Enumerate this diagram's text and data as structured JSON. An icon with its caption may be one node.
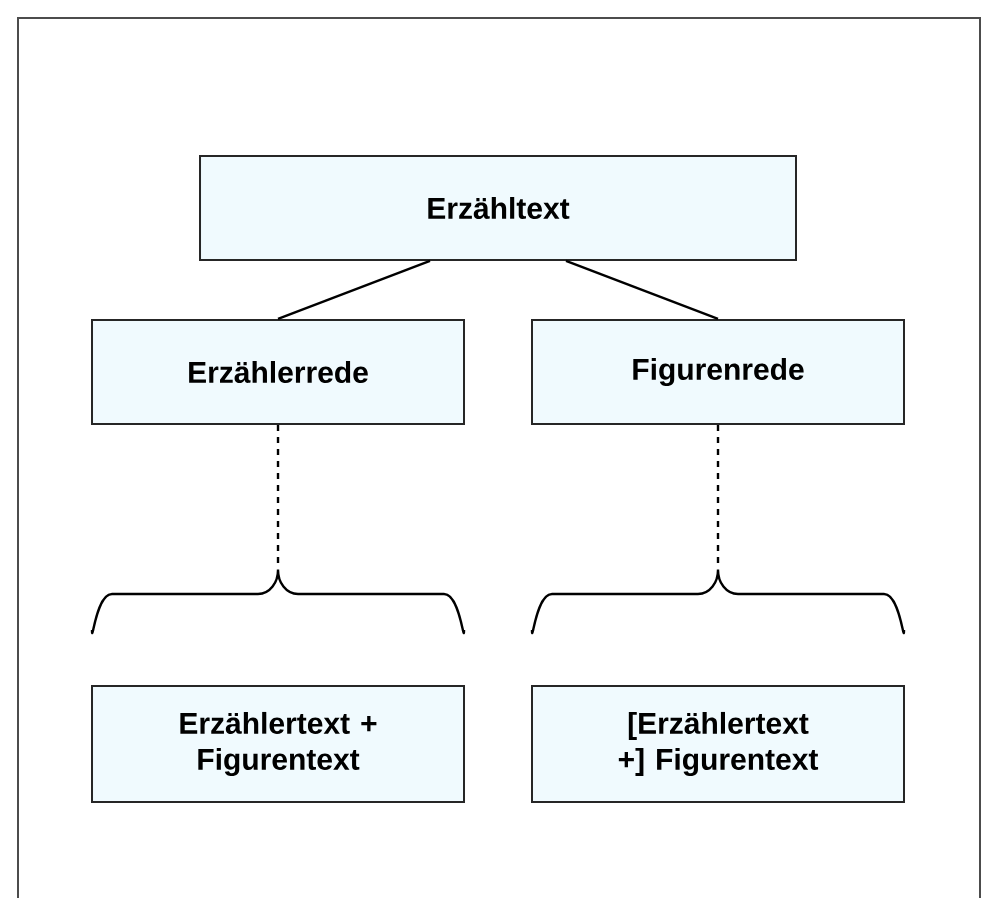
{
  "diagram": {
    "nodes": [
      {
        "text": [
          "Erzähltext"
        ]
      },
      {
        "text": [
          "Erzählerrede"
        ]
      },
      {
        "text": [
          "Figurenrede"
        ]
      },
      {
        "text": [],
        "shape": "brace"
      },
      {
        "text": [],
        "shape": "brace"
      },
      {
        "text": [
          "Erzählertext + Figurentext"
        ]
      },
      {
        "text": [
          "[Erzählertext +] Figurentext"
        ]
      }
    ],
    "edges": [
      {
        "from": 0,
        "to": 1,
        "arrow": "none"
      },
      {
        "from": 0,
        "to": 2,
        "arrow": "none"
      },
      {
        "from": 1,
        "to": 3,
        "arrow": "none",
        "style": "dashed"
      },
      {
        "from": 2,
        "to": 4,
        "arrow": "none",
        "style": "dashed"
      }
    ]
  }
}
